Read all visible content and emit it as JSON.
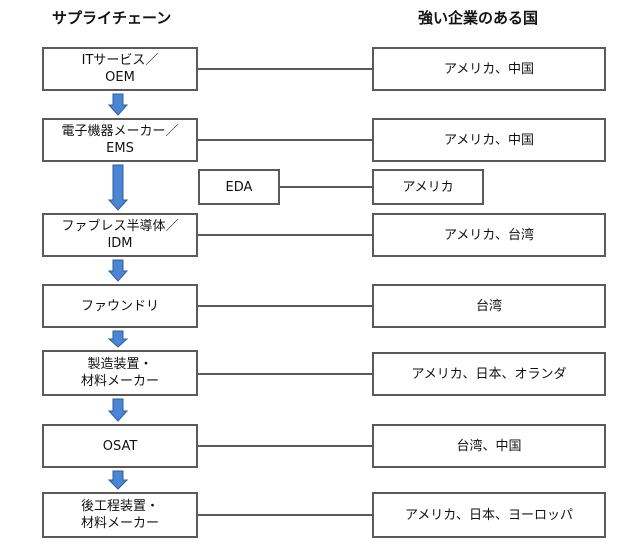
{
  "headings": {
    "supply_chain": "サプライチェーン",
    "strong_countries": "強い企業のある国"
  },
  "supply_chain": [
    {
      "id": "it",
      "label": "ITサービス／\nOEM"
    },
    {
      "id": "electronics",
      "label": "電子機器メーカー／\nEMS"
    },
    {
      "id": "fabless",
      "label": "ファブレス半導体／\nIDM"
    },
    {
      "id": "foundry",
      "label": "ファウンドリ"
    },
    {
      "id": "equipment",
      "label": "製造装置・\n材料メーカー"
    },
    {
      "id": "osat",
      "label": "OSAT"
    },
    {
      "id": "backend",
      "label": "後工程装置・\n材料メーカー"
    }
  ],
  "countries": [
    {
      "id": "it",
      "label": "アメリカ、中国"
    },
    {
      "id": "electronics",
      "label": "アメリカ、中国"
    },
    {
      "id": "fabless",
      "label": "アメリカ、台湾"
    },
    {
      "id": "foundry",
      "label": "台湾"
    },
    {
      "id": "equipment",
      "label": "アメリカ、日本、オランダ"
    },
    {
      "id": "osat",
      "label": "台湾、中国"
    },
    {
      "id": "backend",
      "label": "アメリカ、日本、ヨーロッパ"
    }
  ],
  "eda": {
    "label": "EDA",
    "country": "アメリカ"
  },
  "colors": {
    "arrow": "#4a86d4",
    "arrow_stroke": "#2f5f9e",
    "border": "#5a5a5a",
    "connector": "#5a5a5a"
  }
}
